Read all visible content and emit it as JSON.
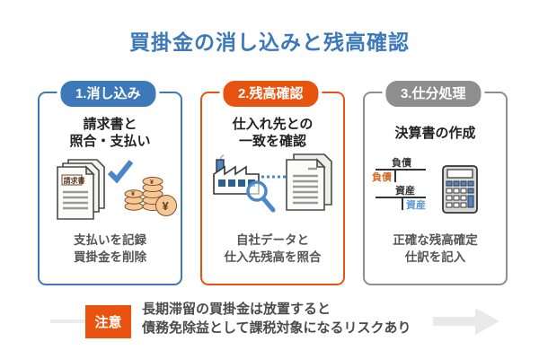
{
  "title": "買掛金の消し込みと残高確認",
  "colors": {
    "title": "#3b78bc",
    "arrow": "#e9e9e9",
    "note_badge_bg": "#e8540f",
    "taccount_liability_entry": "#d2691e",
    "taccount_asset_entry": "#5b9bd5"
  },
  "steps": [
    {
      "number_label": "1.消し込み",
      "accent": "#3d79b8",
      "heading": [
        "請求書と",
        "照合・支払い"
      ],
      "caption": [
        "支払いを記録",
        "買掛金を削除"
      ],
      "icons": [
        "invoice-stack",
        "checkmark",
        "coin-stacks"
      ],
      "invoice_label": "請求書"
    },
    {
      "number_label": "2.残高確認",
      "accent": "#e8540f",
      "heading": [
        "仕入れ先との",
        "一致を確認"
      ],
      "caption": [
        "自社データと",
        "仕入先残高を照合"
      ],
      "icons": [
        "factory",
        "dotted-link",
        "document-stack",
        "magnifier"
      ]
    },
    {
      "number_label": "3.仕分処理",
      "accent": "#8e8e8e",
      "heading": [
        "決算書の作成"
      ],
      "caption": [
        "正確な残高確定",
        "仕訳を記入"
      ],
      "icons": [
        "t-account",
        "calculator"
      ],
      "taccount": {
        "liability_top": "負債",
        "liability_entry": "負債",
        "asset_top": "資産",
        "asset_entry": "資産"
      }
    }
  ],
  "note": {
    "badge": "注意",
    "lines": [
      "長期滞留の買掛金は放置すると",
      "債務免除益として課税対象になるリスクあり"
    ]
  }
}
